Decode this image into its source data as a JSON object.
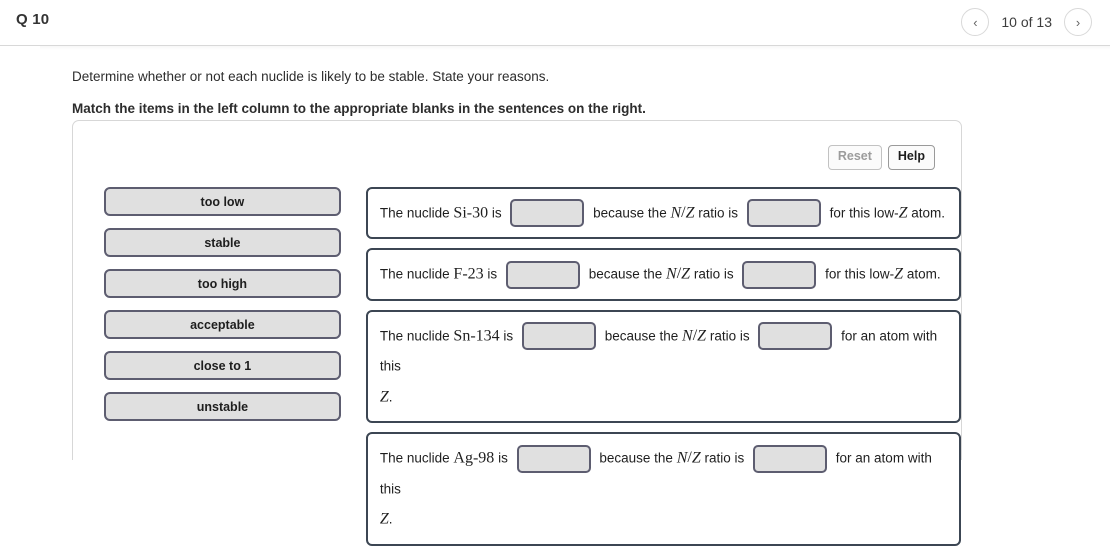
{
  "header": {
    "question_label": "Q 10",
    "pager": {
      "prev_icon": "chevron-left-icon",
      "prev_glyph": "‹",
      "count_text": "10 of 13",
      "next_icon": "chevron-right-icon",
      "next_glyph": "›"
    }
  },
  "prompt": {
    "instruction": "Determine whether or not each nuclide is likely to be stable. State your reasons.",
    "directive": "Match the items in the left column to the appropriate blanks in the sentences on the right."
  },
  "toolbar": {
    "reset_label": "Reset",
    "reset_disabled": true,
    "help_label": "Help",
    "help_disabled": false
  },
  "bank": {
    "items": [
      {
        "label": "too low"
      },
      {
        "label": "stable"
      },
      {
        "label": "too high"
      },
      {
        "label": "acceptable"
      },
      {
        "label": "close to 1"
      },
      {
        "label": "unstable"
      }
    ]
  },
  "sentences": [
    {
      "lead": "The nuclide",
      "nuclide": "Si-30",
      "after_nuclide": "is",
      "mid": "because the",
      "ratio_n": "N",
      "ratio_slash": "/",
      "ratio_z": "Z",
      "ratio_tail": "ratio is",
      "tail_before_z": "for this low-",
      "tail_z": "Z",
      "tail_after_z": "atom.",
      "second_line": "",
      "blank1_value": "",
      "blank2_value": ""
    },
    {
      "lead": "The nuclide",
      "nuclide": "F-23",
      "after_nuclide": "is",
      "mid": "because the",
      "ratio_n": "N",
      "ratio_slash": "/",
      "ratio_z": "Z",
      "ratio_tail": "ratio is",
      "tail_before_z": "for this low-",
      "tail_z": "Z",
      "tail_after_z": "atom.",
      "second_line": "",
      "blank1_value": "",
      "blank2_value": ""
    },
    {
      "lead": "The nuclide",
      "nuclide": "Sn-134",
      "after_nuclide": "is",
      "mid": "because the",
      "ratio_n": "N",
      "ratio_slash": "/",
      "ratio_z": "Z",
      "ratio_tail": "ratio is",
      "tail_before_z": "for an atom with this",
      "tail_z": "Z",
      "tail_after_z": ".",
      "second_line": "wrap",
      "blank1_value": "",
      "blank2_value": ""
    },
    {
      "lead": "The nuclide",
      "nuclide": "Ag-98",
      "after_nuclide": "is",
      "mid": "because the",
      "ratio_n": "N",
      "ratio_slash": "/",
      "ratio_z": "Z",
      "ratio_tail": "ratio is",
      "tail_before_z": "for an atom with this",
      "tail_z": "Z",
      "tail_after_z": ".",
      "second_line": "wrap",
      "blank1_value": "",
      "blank2_value": ""
    }
  ],
  "colors": {
    "item_fill": "#e0e0e0",
    "item_border": "#5d5d70",
    "card_border": "#3c4653",
    "divider": "#d8d8d8"
  }
}
